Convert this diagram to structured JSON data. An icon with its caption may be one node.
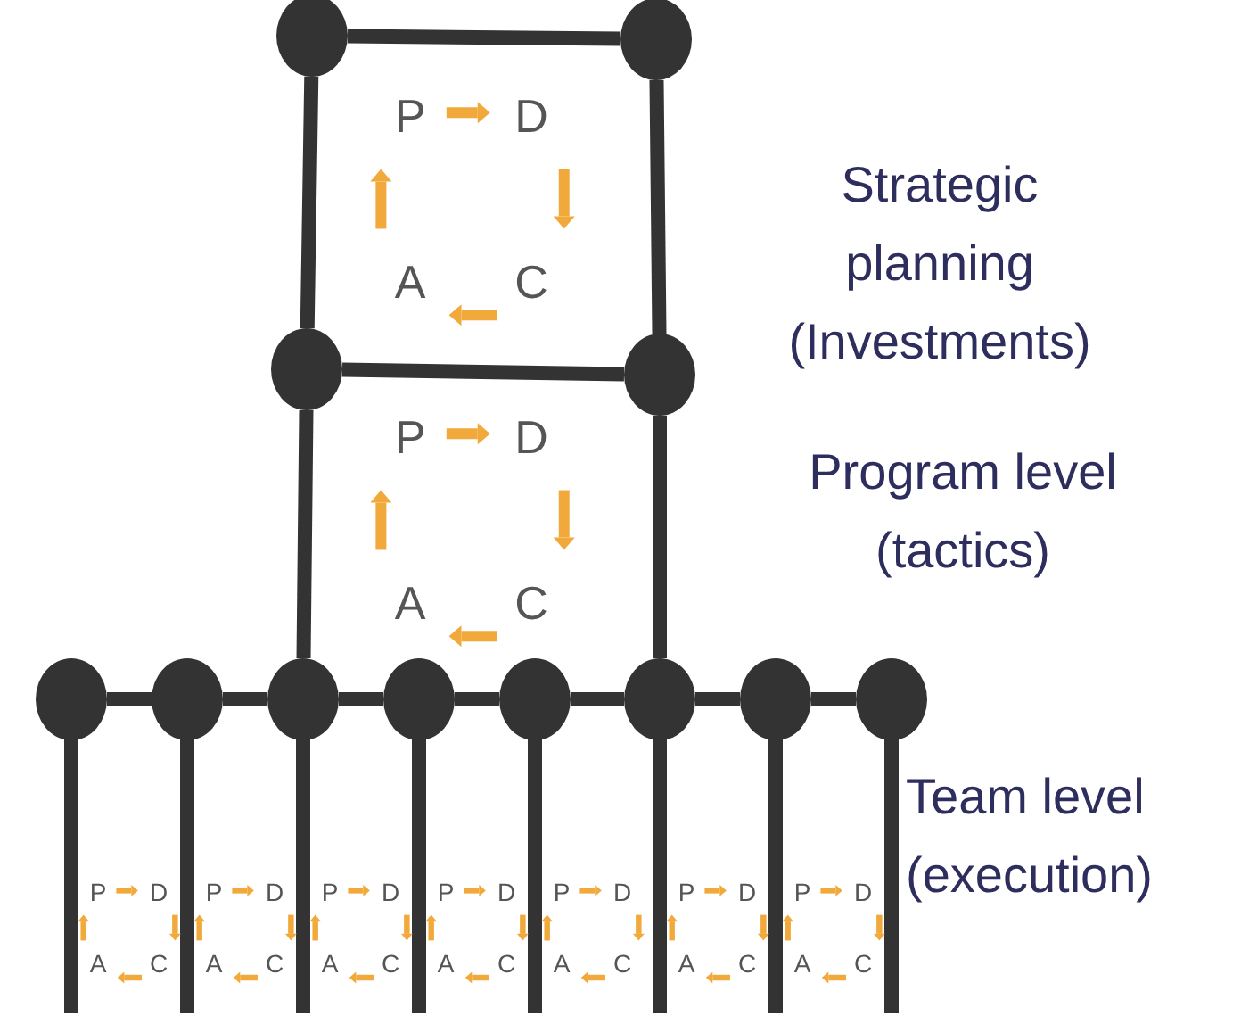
{
  "diagram": {
    "nodes": [
      {
        "text": [],
        "shape": "circle"
      },
      {
        "text": [],
        "shape": "circle"
      },
      {
        "text": [],
        "shape": "circle"
      },
      {
        "text": [],
        "shape": "circle"
      },
      {
        "text": [],
        "shape": "circle"
      },
      {
        "text": [],
        "shape": "circle"
      },
      {
        "text": [],
        "shape": "circle"
      },
      {
        "text": [],
        "shape": "circle"
      },
      {
        "text": [],
        "shape": "circle"
      },
      {
        "text": [],
        "shape": "circle"
      },
      {
        "text": [],
        "shape": "circle"
      },
      {
        "text": [],
        "shape": "circle"
      }
    ],
    "edges": [
      {
        "from": 0,
        "to": 1,
        "arrow": "none"
      },
      {
        "from": 0,
        "to": 2,
        "arrow": "none"
      },
      {
        "from": 1,
        "to": 3,
        "arrow": "none"
      },
      {
        "from": 2,
        "to": 3,
        "arrow": "none"
      },
      {
        "from": 2,
        "to": 6,
        "arrow": "none"
      },
      {
        "from": 3,
        "to": 9,
        "arrow": "none"
      },
      {
        "from": 4,
        "to": 5,
        "arrow": "none"
      },
      {
        "from": 5,
        "to": 6,
        "arrow": "none"
      },
      {
        "from": 6,
        "to": 7,
        "arrow": "none"
      },
      {
        "from": 7,
        "to": 8,
        "arrow": "none"
      },
      {
        "from": 8,
        "to": 9,
        "arrow": "none"
      },
      {
        "from": 9,
        "to": 10,
        "arrow": "none"
      },
      {
        "from": 10,
        "to": 11,
        "arrow": "none"
      }
    ],
    "labels": [
      "P",
      "D",
      "A",
      "C",
      "Strategic planning (Investments)",
      "P",
      "D",
      "A",
      "C",
      "Program level (tactics)",
      "Team level (execution)",
      "P",
      "D",
      "A",
      "C",
      "P",
      "D",
      "A",
      "C",
      "P",
      "D",
      "A",
      "C",
      "P",
      "D",
      "A",
      "C",
      "P",
      "D",
      "A",
      "C",
      "P",
      "D",
      "A",
      "C",
      "P",
      "D",
      "A",
      "C"
    ]
  }
}
